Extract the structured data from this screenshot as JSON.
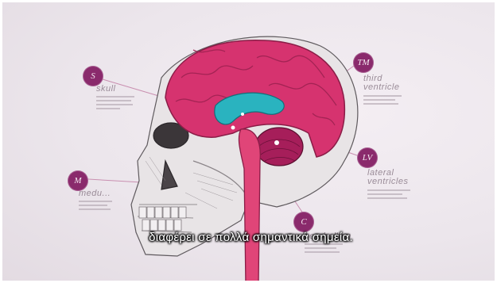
{
  "labels": [
    {
      "key": "skull",
      "badge": "S",
      "title": "skull"
    },
    {
      "key": "third_ventricle",
      "badge": "TM",
      "title_line1": "third",
      "title_line2": "ventricle"
    },
    {
      "key": "lateral_ventricles",
      "badge": "LV",
      "title_line1": "lateral",
      "title_line2": "ventricles"
    },
    {
      "key": "medulla",
      "badge": "M",
      "title": "medu..."
    },
    {
      "key": "cerebellum",
      "badge": "C",
      "title": "cerebellum"
    }
  ],
  "subtitle": "διαφέρει σε πολλά σημαντικά σημεία.",
  "colors": {
    "brain": "#d6336f",
    "ventricle": "#2ab3bf",
    "badge": "#8a2a6c",
    "skull_line": "#6b6b6b"
  }
}
